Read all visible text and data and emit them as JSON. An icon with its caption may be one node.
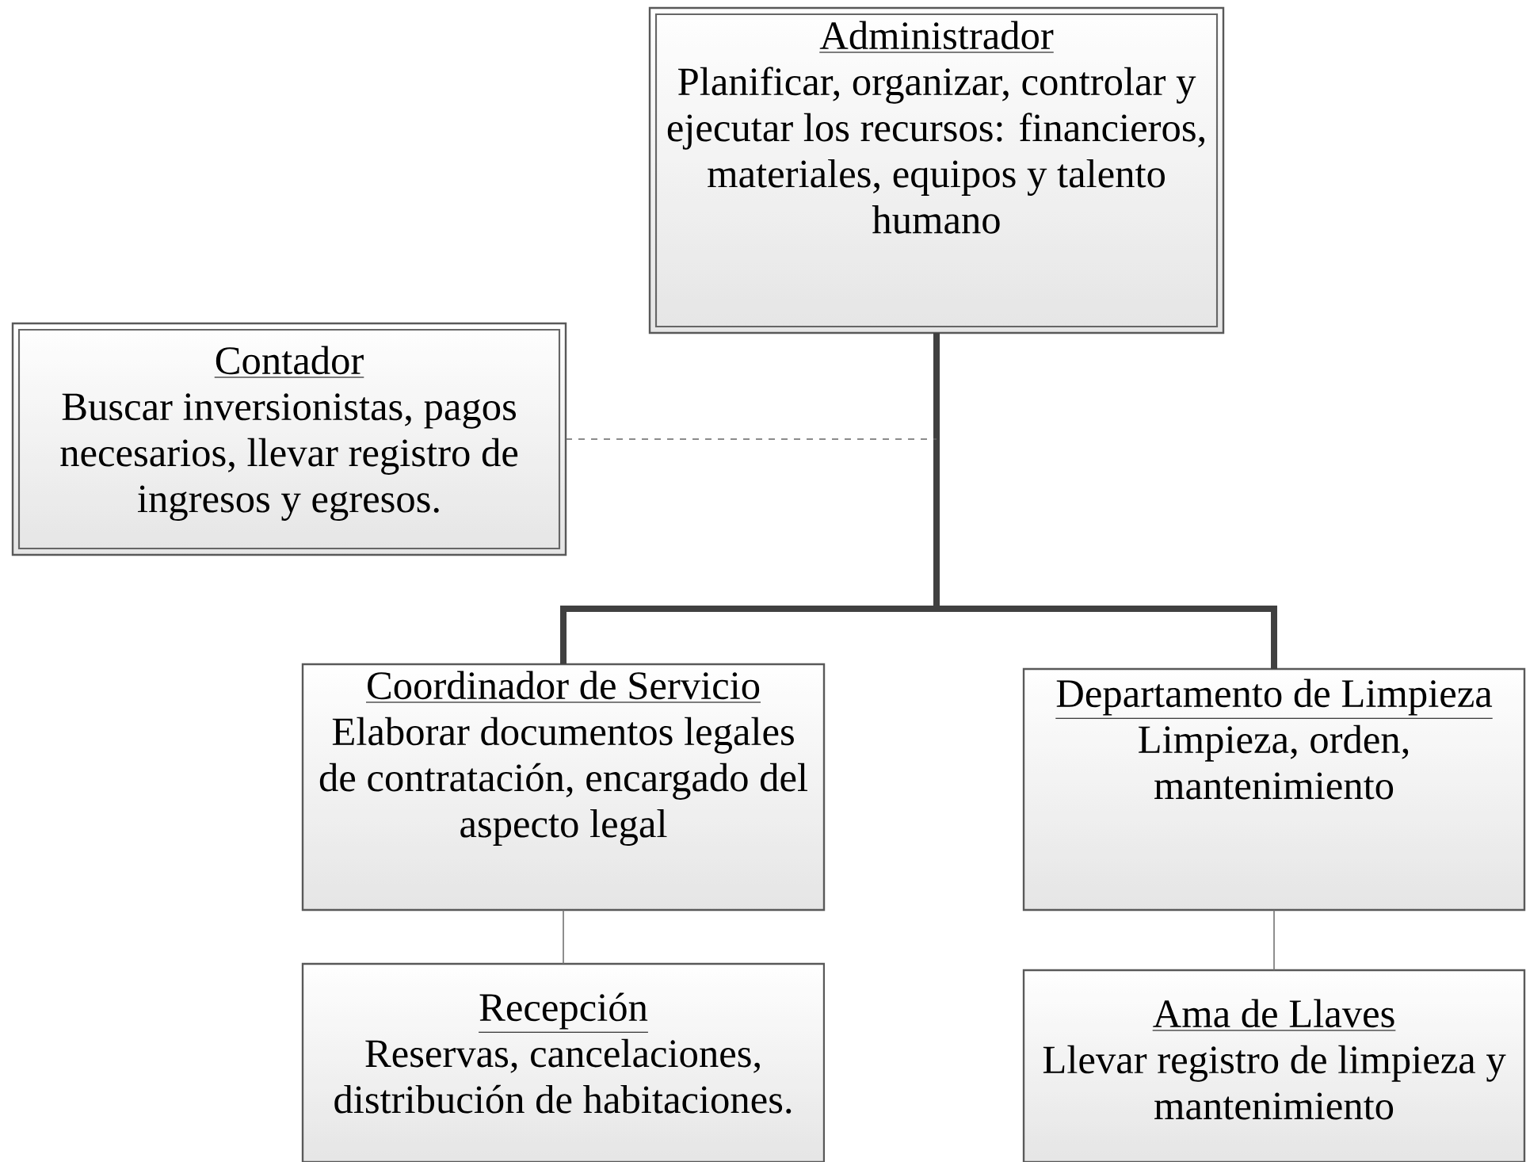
{
  "diagram": {
    "nodes": [
      {
        "text": [
          "Administrador",
          "Planificar, organizar, controlar  y ejecutar los recursos: financieros, materiales, equipos y talento humano"
        ]
      },
      {
        "text": [
          "Contador",
          "Buscar inversionistas, pagos necesarios, llevar registro de ingresos y egresos."
        ]
      },
      {
        "text": [
          "Coordinador de Servicio",
          "Elaborar documentos legales de contratación, encargado del aspecto legal"
        ]
      },
      {
        "text": [
          "Departamento de Limpieza",
          "Limpieza, orden, mantenimiento"
        ]
      },
      {
        "text": [
          "Recepción",
          "Reservas, cancelaciones, distribución de habitaciones."
        ]
      },
      {
        "text": [
          "Ama de Llaves",
          "Llevar registro de limpieza y mantenimiento"
        ]
      }
    ],
    "edges": [
      {
        "from": 0,
        "to": 2,
        "arrow": "none",
        "style": "thick"
      },
      {
        "from": 0,
        "to": 3,
        "arrow": "none",
        "style": "thick"
      },
      {
        "from": 1,
        "to": 0,
        "arrow": "none",
        "style": "dashed"
      },
      {
        "from": 2,
        "to": 4,
        "arrow": "none"
      },
      {
        "from": 3,
        "to": 5,
        "arrow": "none"
      }
    ]
  }
}
